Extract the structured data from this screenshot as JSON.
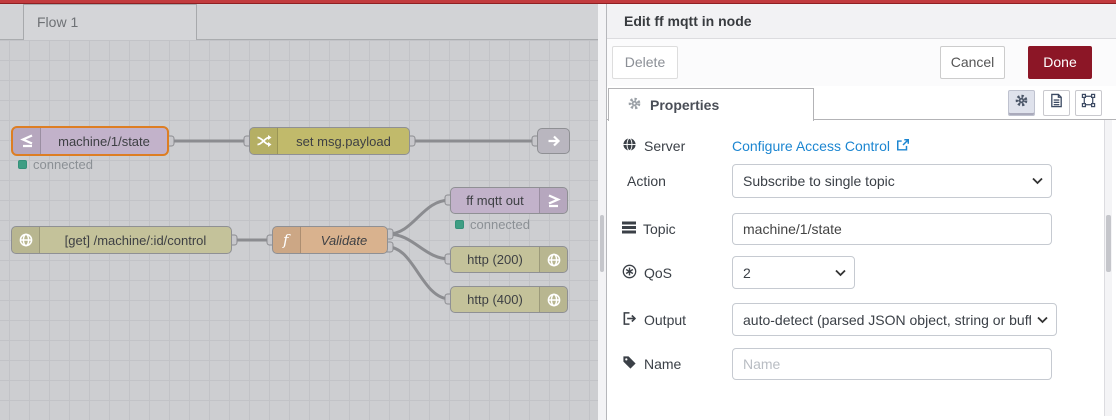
{
  "colors": {
    "top_bar_red": "#c23b3e",
    "done_button_red": "#8c1626",
    "link_blue": "#1c86d1",
    "status_green": "#3f9e84",
    "selection_orange": "#dd7e23"
  },
  "canvas": {
    "flow_tab_label": "Flow 1",
    "nodes": {
      "mqtt_in": {
        "label": "machine/1/state",
        "status": "connected",
        "icon": "mqtt-bridge-icon",
        "selected": true
      },
      "change": {
        "label": "set msg.payload",
        "icon": "shuffle-icon"
      },
      "link_out": {
        "label": "",
        "icon": "arrow-right-icon"
      },
      "http_in": {
        "label": "[get] /machine/:id/control",
        "icon": "globe-icon"
      },
      "function": {
        "label": "Validate",
        "icon": "function-icon"
      },
      "mqtt_out": {
        "label": "ff mqtt out",
        "status": "connected",
        "icon": "mqtt-bridge-icon"
      },
      "http_200": {
        "label": "http (200)",
        "icon": "globe-icon"
      },
      "http_400": {
        "label": "http (400)",
        "icon": "globe-icon"
      }
    }
  },
  "panel": {
    "title": "Edit ff mqtt in node",
    "delete_label": "Delete",
    "cancel_label": "Cancel",
    "done_label": "Done",
    "properties_tab_label": "Properties",
    "toolbar_icons": [
      "gear-icon",
      "document-icon",
      "expand-icon"
    ],
    "fields": {
      "server_label": "Server",
      "server_link": "Configure Access Control",
      "action_label": "Action",
      "action_value": "Subscribe to single topic",
      "topic_label": "Topic",
      "topic_value": "machine/1/state",
      "qos_label": "QoS",
      "qos_value": "2",
      "output_label": "Output",
      "output_value": "auto-detect (parsed JSON object, string or buffer)",
      "name_label": "Name",
      "name_placeholder": "Name"
    }
  }
}
